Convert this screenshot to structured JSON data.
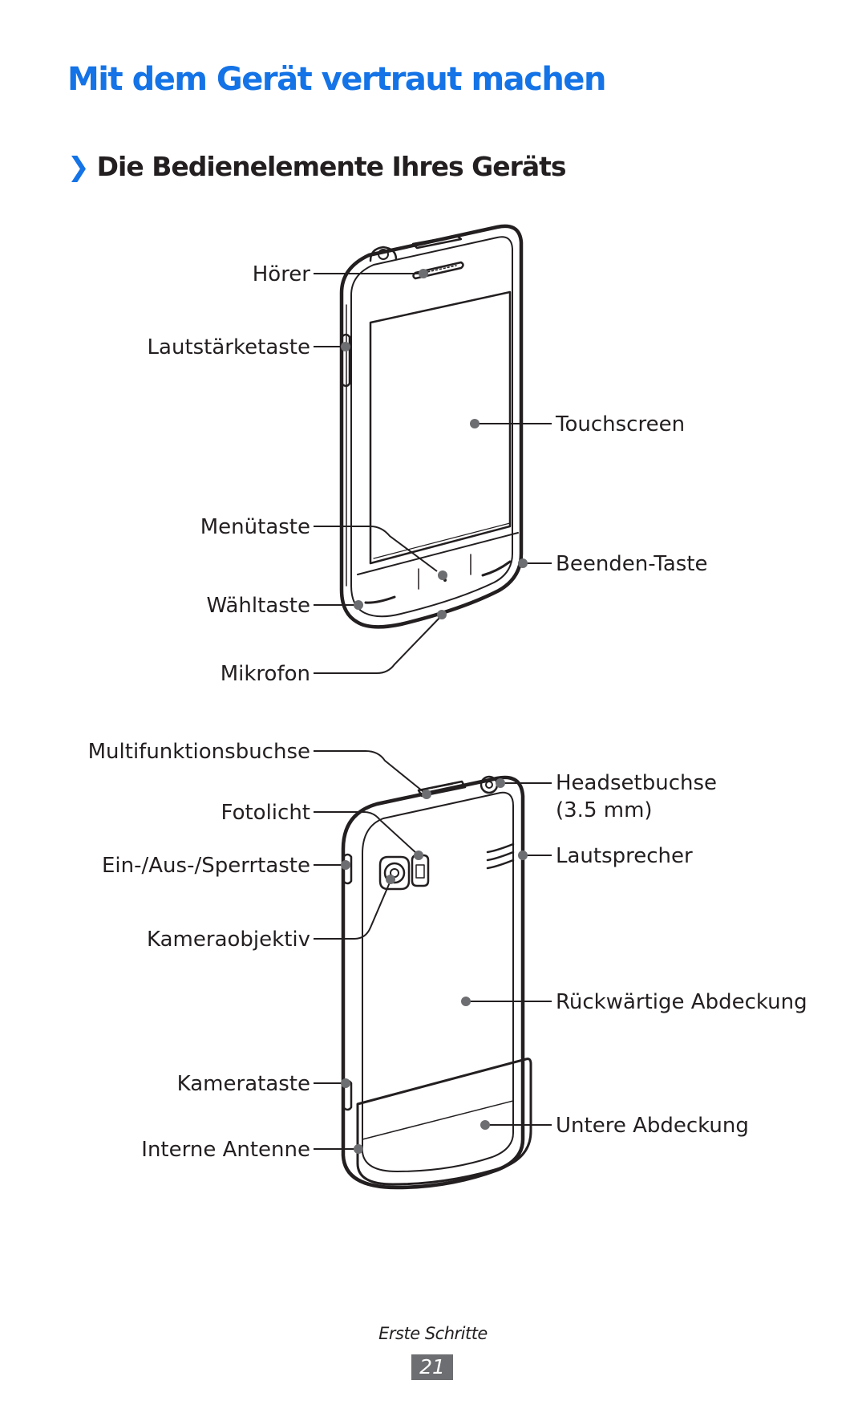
{
  "header": {
    "title": "Mit dem Gerät vertraut machen",
    "section_chevron": "❯",
    "section_title": "Die Bedienelemente Ihres Geräts"
  },
  "front_view": {
    "labels": {
      "earpiece": "Hörer",
      "volume_key": "Lautstärketaste",
      "touchscreen": "Touchscreen",
      "menu_key": "Menütaste",
      "end_key": "Beenden-Taste",
      "dial_key": "Wähltaste",
      "microphone": "Mikrofon"
    }
  },
  "back_view": {
    "labels": {
      "multifunction_jack": "Multifunktionsbuchse",
      "flash": "Fotolicht",
      "headset_jack": "Headsetbuchse",
      "headset_jack_size": "(3.5 mm)",
      "power_key": "Ein-/Aus-/Sperrtaste",
      "speaker": "Lautsprecher",
      "camera_lens": "Kameraobjektiv",
      "back_cover": "Rückwärtige Abdeckung",
      "camera_key": "Kamerataste",
      "bottom_cover": "Untere Abdeckung",
      "internal_antenna": "Interne Antenne"
    }
  },
  "footer": {
    "section": "Erste Schritte",
    "page_number": "21"
  },
  "colors": {
    "accent_blue": "#1473e6",
    "text": "#231f20",
    "page_badge": "#6d6e71"
  }
}
